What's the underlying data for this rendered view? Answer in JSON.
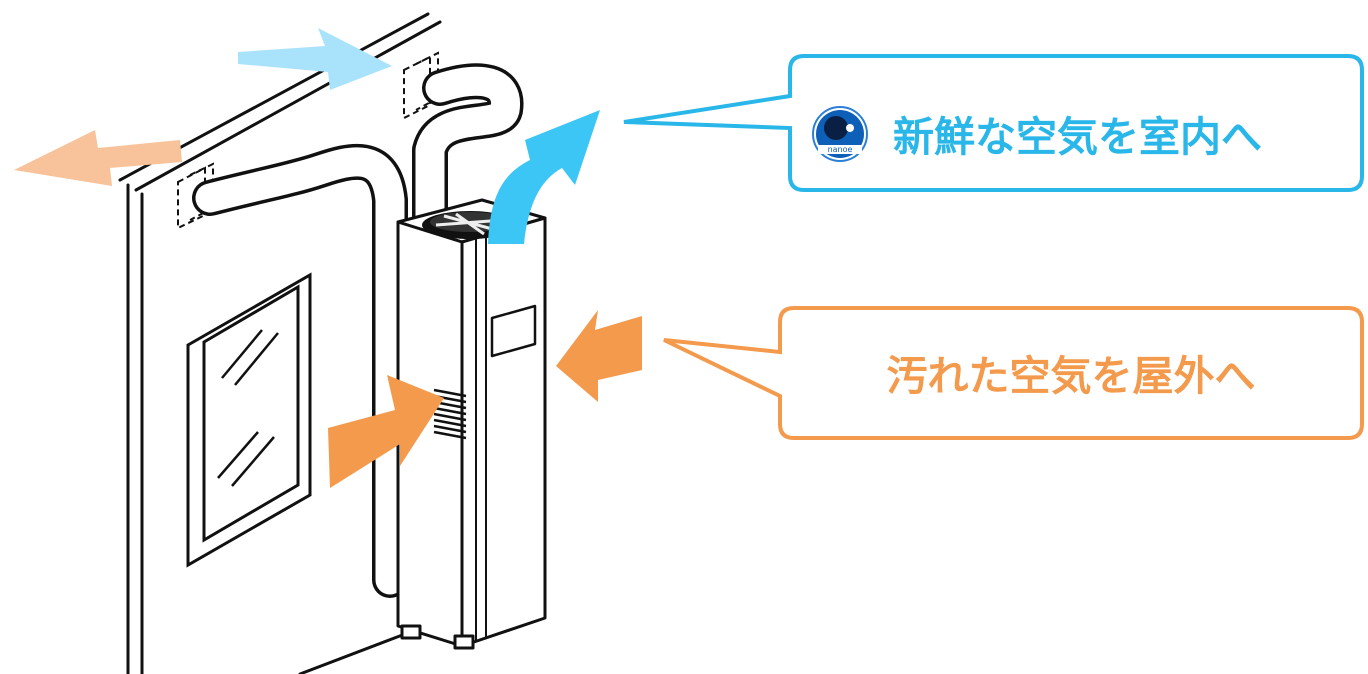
{
  "callouts": {
    "fresh_air": {
      "text": "新鮮な空気を室内へ",
      "color": "#29b6e8"
    },
    "dirty_air": {
      "text": "汚れた空気を屋外へ",
      "color": "#f39a4d"
    }
  },
  "badge": {
    "text": "nanoe",
    "icon": "nanoe-logo-icon"
  },
  "colors": {
    "supply_arrow": "#3cc6f5",
    "supply_arrow_light": "#a9e3fb",
    "exhaust_arrow": "#f39a4d",
    "exhaust_arrow_light": "#f8c39a",
    "line": "#111111"
  }
}
